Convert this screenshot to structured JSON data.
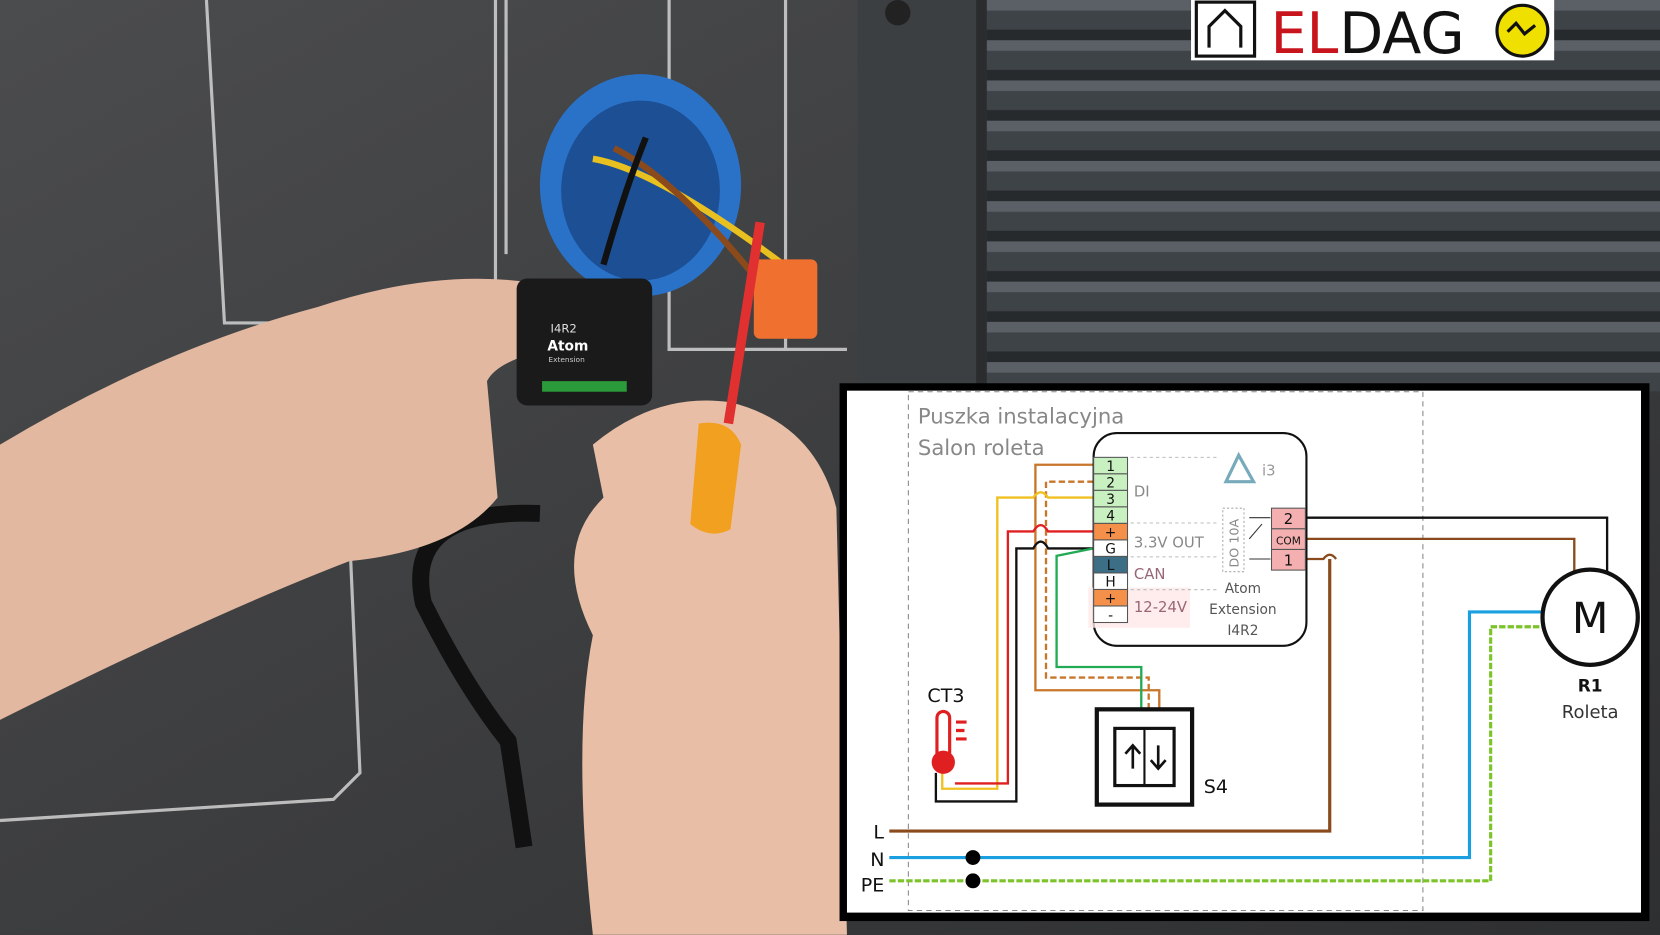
{
  "logo": {
    "text_red": "EL",
    "text_black": "DAG",
    "text_end": "O"
  },
  "device_photo": {
    "model": "I4R2",
    "name": "Atom",
    "sub": "Extension"
  },
  "diagram": {
    "box_title_1": "Puszka instalacyjna",
    "box_title_2": "Salon roleta",
    "terminals": [
      "1",
      "2",
      "3",
      "4",
      "+",
      "G",
      "L",
      "H",
      "+",
      "-"
    ],
    "group_labels": {
      "di": "DI",
      "out": "3.3V OUT",
      "can": "CAN",
      "power": "12-24V"
    },
    "brand": "i3",
    "relay_label": "DO 10A",
    "relay_terminals": [
      "2",
      "COM",
      "1"
    ],
    "module_name": [
      "Atom",
      "Extension",
      "I4R2"
    ],
    "sensor": "CT3",
    "switch": "S4",
    "motor_symbol": "M",
    "motor_id": "R1",
    "motor_name": "Roleta",
    "lines": {
      "l": "L",
      "n": "N",
      "pe": "PE"
    }
  },
  "colors": {
    "brown": "#8b4a1c",
    "blue": "#1aa0e0",
    "green": "#7cc42a",
    "di_green": "#c8f0c0",
    "orange": "#f4904a",
    "teal": "#3c6e86",
    "relay_pink": "#f4b0b0"
  }
}
